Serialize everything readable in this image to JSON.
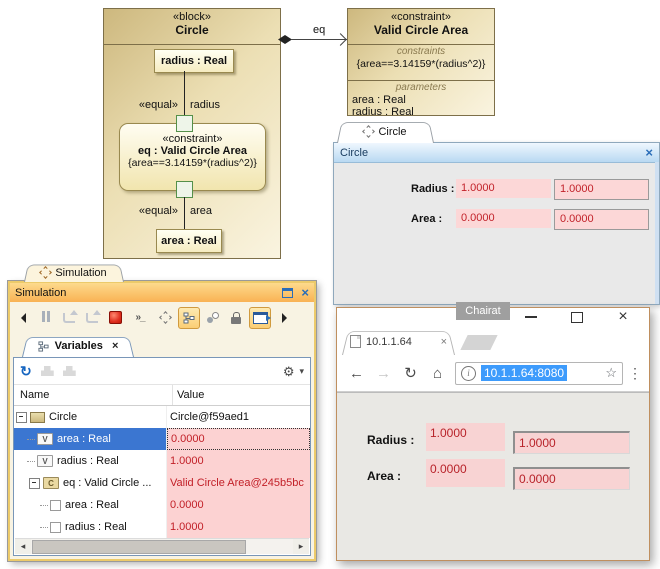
{
  "diagram": {
    "connector_label": "eq",
    "circle_block": {
      "stereotype": "«block»",
      "name": "Circle",
      "radius_part": "radius : Real",
      "area_part": "area : Real",
      "top_binding": {
        "stereotype": "«equal»",
        "end_label": "radius"
      },
      "bottom_binding": {
        "stereotype": "«equal»",
        "end_label": "area"
      },
      "constraint_property": {
        "stereotype": "«constraint»",
        "name": "eq : Valid Circle Area",
        "expression": "{area==3.14159*(radius^2)}"
      }
    },
    "constraint_block": {
      "stereotype": "«constraint»",
      "name": "Valid Circle Area",
      "constraints_label": "constraints",
      "constraint_expression": "{area==3.14159*(radius^2)}",
      "parameters_label": "parameters",
      "parameter_area": "area : Real",
      "parameter_radius": "radius : Real"
    }
  },
  "circle_panel": {
    "tab_label": "Circle",
    "title": "Circle",
    "radius_label": "Radius :",
    "radius_value_1": "1.0000",
    "radius_value_2": "1.0000",
    "area_label": "Area :",
    "area_value_1": "0.0000",
    "area_value_2": "0.0000"
  },
  "simulation": {
    "tab_label": "Simulation",
    "title": "Simulation",
    "console_glyph": "»_",
    "variables_tab_label": "Variables",
    "columns": {
      "name": "Name",
      "value": "Value"
    },
    "rows": [
      {
        "name": "Circle",
        "value": "Circle@f59aed1"
      },
      {
        "name": "area : Real",
        "value": "0.0000"
      },
      {
        "name": "radius : Real",
        "value": "1.0000"
      },
      {
        "name": "eq : Valid Circle ...",
        "value": "Valid Circle Area@245b5bc"
      },
      {
        "name": "area : Real",
        "value": "0.0000"
      },
      {
        "name": "radius : Real",
        "value": "1.0000"
      }
    ]
  },
  "browser": {
    "window_label": "Chairat",
    "tab_title": "10.1.1.64",
    "address": "10.1.1.64:8080",
    "page": {
      "radius_label": "Radius :",
      "radius_value_1": "1.0000",
      "radius_value_2": "1.0000",
      "area_label": "Area :",
      "area_value_1": "0.0000",
      "area_value_2": "0.0000"
    }
  },
  "icons": {
    "close": "×",
    "gear": "⚙",
    "gear_caret": "▾",
    "refresh": "↻",
    "back": "←",
    "forward": "→",
    "reload": "↻",
    "home": "⌂",
    "star": "☆",
    "menu": "⋮",
    "info": "i",
    "variable_badge": "V",
    "constraint_badge": "C",
    "scroll_left": "◂",
    "scroll_right": "▸"
  },
  "colors": {
    "block_fill": "#e5d6a6",
    "sim_titlebar_orange": "#f9b254",
    "circle_titlebar_blue": "#b9d9f2",
    "selection_blue": "#3b76d1",
    "value_pink": "#fcd2d2",
    "value_red": "#c22028",
    "url_selection_blue": "#3d9bfc"
  }
}
